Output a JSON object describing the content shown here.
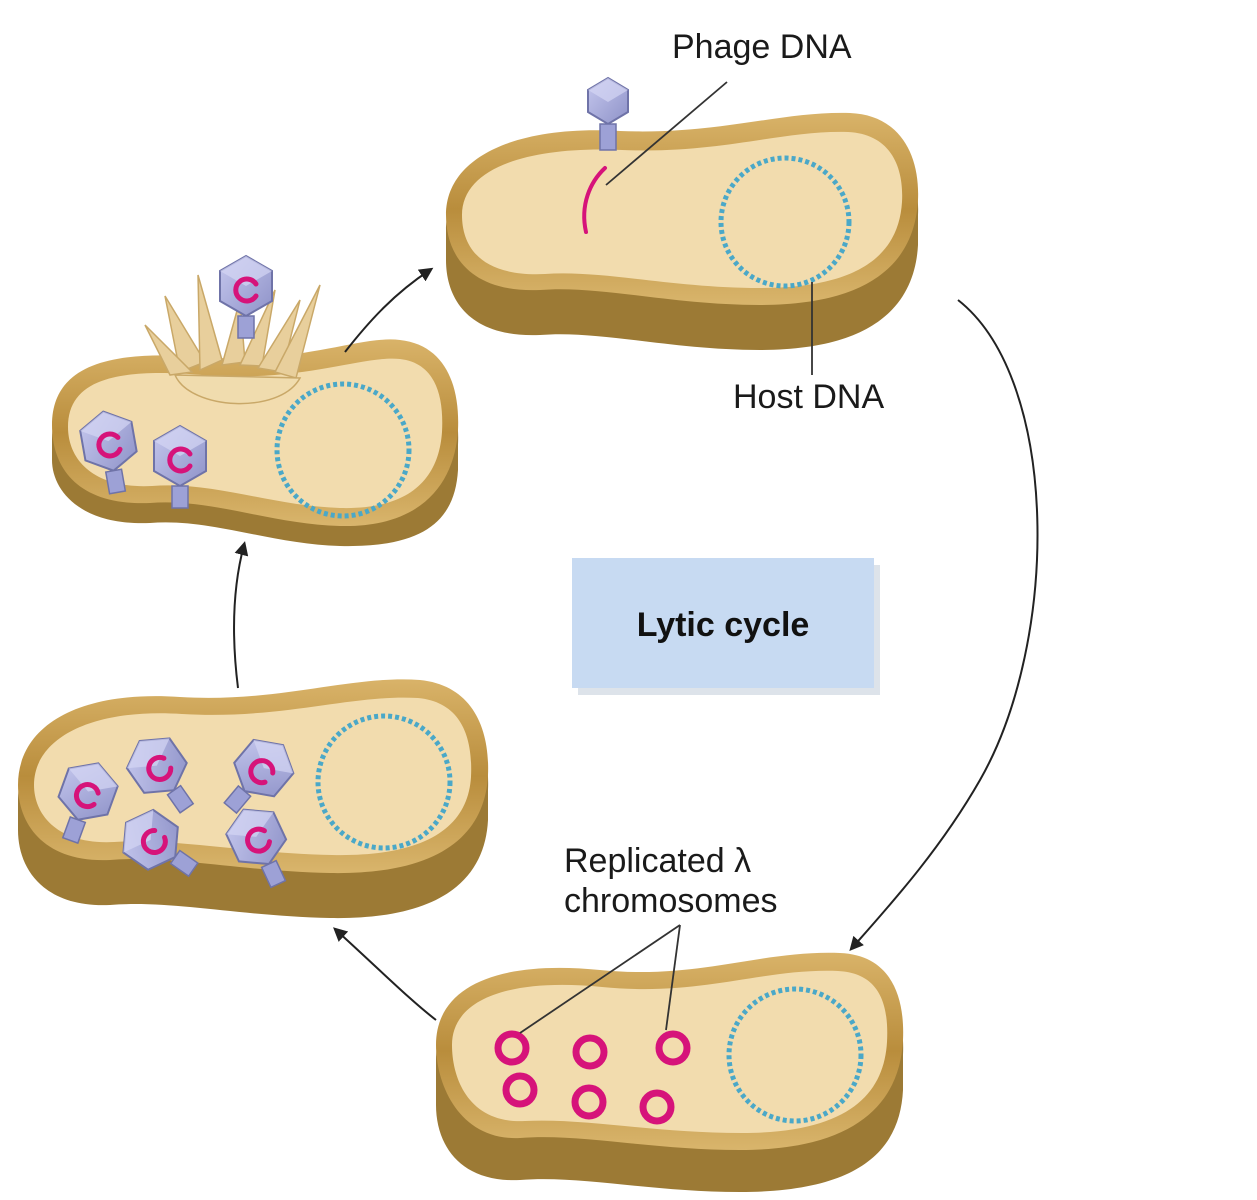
{
  "labels": {
    "phage_dna": "Phage DNA",
    "host_dna": "Host DNA",
    "replicated_line1": "Replicated λ",
    "replicated_line2": "chromosomes",
    "cycle_title": "Lytic cycle"
  },
  "colors": {
    "cell_fill": "#f2dcae",
    "cell_rim": "#c9a050",
    "cell_rim_dark": "#9c7a35",
    "host_dna": "#4aa8c8",
    "phage_dna": "#d6137a",
    "phage_body": "#a9acd9",
    "title_box": "#c7daf2",
    "arrow": "#222222"
  },
  "icons": {
    "phage": "bacteriophage-icon",
    "arrow": "arrow-icon"
  }
}
